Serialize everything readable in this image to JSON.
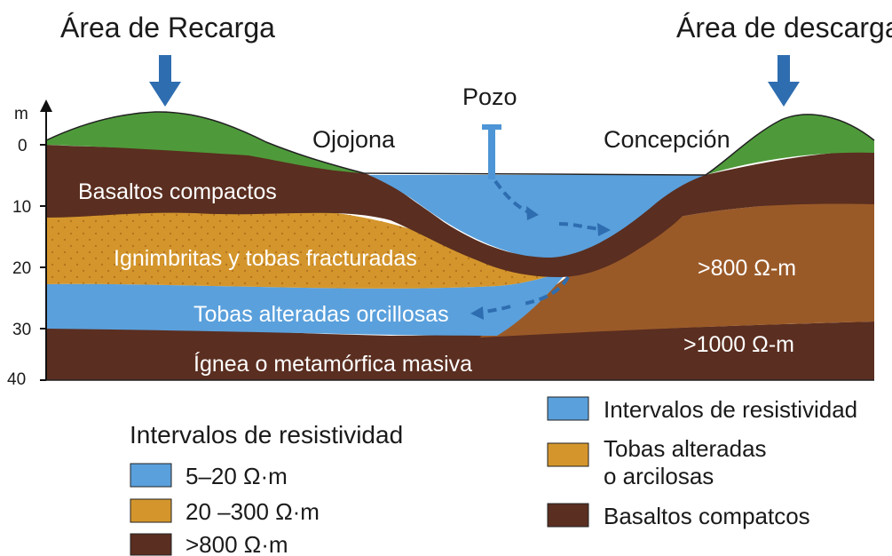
{
  "titles": {
    "recharge": "Área de Recarga",
    "discharge": "Área de descarga"
  },
  "places": {
    "well": "Pozo",
    "ojojona": "Ojojona",
    "concepcion": "Concepción"
  },
  "axis": {
    "unit": "m",
    "ticks": [
      "0",
      "10",
      "20",
      "30",
      "40"
    ]
  },
  "layers": {
    "basalts": "Basaltos compactos",
    "ignimbrites": "Ignimbritas y tobas fracturadas",
    "altered_tuffs": "Tobas alteradas orcillosas",
    "igneous": "Ígnea o metamórfica masiva",
    "res_800": ">800 Ω-m",
    "res_1000": ">1000 Ω-m"
  },
  "legend_left": {
    "title": "Intervalos de resistividad",
    "items": [
      "5–20 Ω·m",
      "20 –300 Ω·m",
      ">800 Ω·m"
    ]
  },
  "legend_right": {
    "item1": "Intervalos de resistividad",
    "item2_line1": "Tobas alteradas",
    "item2_line2": "o arcilosas",
    "item3": "Basaltos compatcos"
  },
  "colors": {
    "grass": "#4e9a3a",
    "basalt": "#5a2e20",
    "basalt_light": "#6a3524",
    "tuff_orange": "#d4962c",
    "resistive_orange": "#9a5a28",
    "water_blue": "#5aa0dc",
    "arrow_blue": "#2e6db0"
  }
}
